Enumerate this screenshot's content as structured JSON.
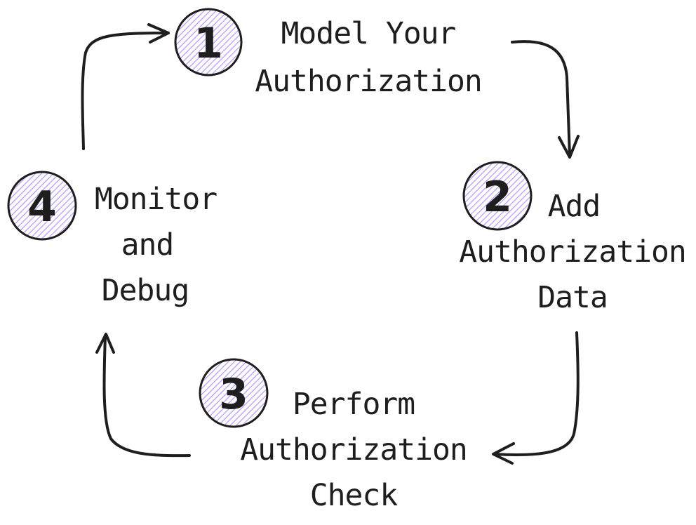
{
  "colors": {
    "badge_fill": "#d0bfff",
    "stroke": "#1e1e1e",
    "background": "#ffffff"
  },
  "steps": [
    {
      "number": "1",
      "lines": [
        "Model Your",
        "Authorization"
      ]
    },
    {
      "number": "2",
      "lines": [
        "Add",
        "Authorization",
        "Data"
      ]
    },
    {
      "number": "3",
      "lines": [
        "Perform",
        "Authorization",
        "Check"
      ]
    },
    {
      "number": "4",
      "lines": [
        "Monitor",
        "and",
        "Debug"
      ]
    }
  ],
  "flow": [
    {
      "from": "1",
      "to": "2"
    },
    {
      "from": "2",
      "to": "3"
    },
    {
      "from": "3",
      "to": "4"
    },
    {
      "from": "4",
      "to": "1"
    }
  ]
}
